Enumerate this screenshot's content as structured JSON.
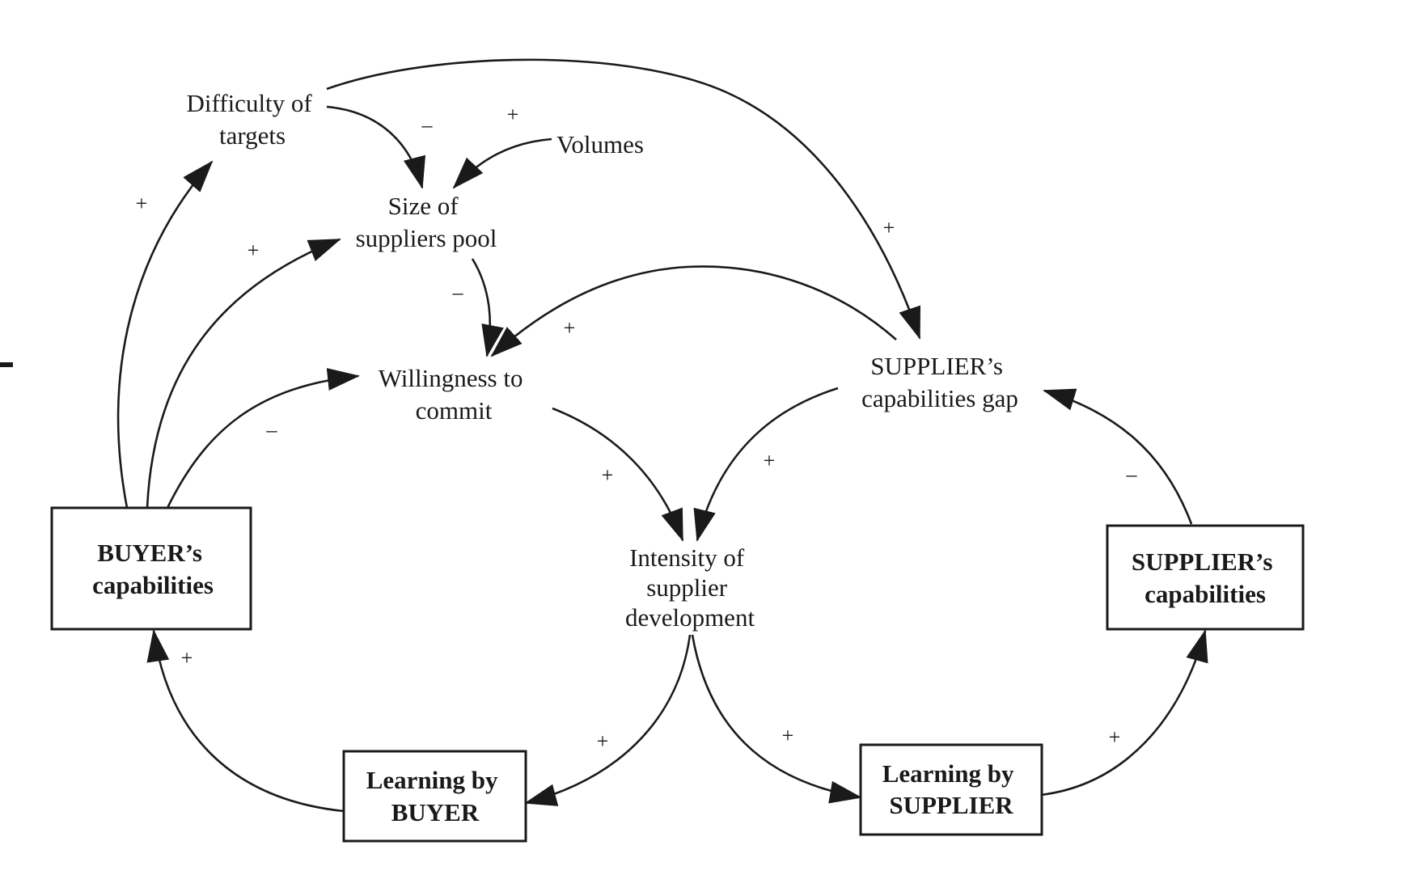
{
  "colors": {
    "ink": "#1a1a1a",
    "background": "#ffffff"
  },
  "nodes": {
    "difficulty_of_targets": {
      "lines": [
        "Difficulty of",
        "targets"
      ]
    },
    "volumes": {
      "lines": [
        "Volumes"
      ]
    },
    "size_of_suppliers_pool": {
      "lines": [
        "Size of",
        "suppliers pool"
      ]
    },
    "willingness_to_commit": {
      "lines": [
        "Willingness to",
        "commit"
      ]
    },
    "suppliers_capabilities_gap": {
      "lines": [
        "SUPPLIER’s",
        "capabilities gap"
      ]
    },
    "intensity_of_supplier_development": {
      "lines": [
        "Intensity of",
        "supplier",
        "development"
      ]
    }
  },
  "boxes": {
    "buyers_capabilities": {
      "lines": [
        "BUYER’s",
        "capabilities"
      ]
    },
    "suppliers_capabilities": {
      "lines": [
        "SUPPLIER’s",
        "capabilities"
      ]
    },
    "learning_by_buyer": {
      "lines": [
        "Learning by",
        "BUYER"
      ]
    },
    "learning_by_supplier": {
      "lines": [
        "Learning by",
        "SUPPLIER"
      ]
    }
  },
  "links": [
    {
      "from": "buyers_capabilities",
      "to": "difficulty_of_targets",
      "polarity": "+"
    },
    {
      "from": "buyers_capabilities",
      "to": "size_of_suppliers_pool",
      "polarity": "+"
    },
    {
      "from": "buyers_capabilities",
      "to": "willingness_to_commit",
      "polarity": "–"
    },
    {
      "from": "difficulty_of_targets",
      "to": "size_of_suppliers_pool",
      "polarity": "–"
    },
    {
      "from": "volumes",
      "to": "size_of_suppliers_pool",
      "polarity": "+"
    },
    {
      "from": "difficulty_of_targets",
      "to": "suppliers_capabilities_gap",
      "polarity": "+"
    },
    {
      "from": "size_of_suppliers_pool",
      "to": "willingness_to_commit",
      "polarity": "–"
    },
    {
      "from": "suppliers_capabilities_gap",
      "to": "willingness_to_commit",
      "polarity": "+"
    },
    {
      "from": "willingness_to_commit",
      "to": "intensity_of_supplier_development",
      "polarity": "+"
    },
    {
      "from": "suppliers_capabilities_gap",
      "to": "intensity_of_supplier_development",
      "polarity": "+"
    },
    {
      "from": "suppliers_capabilities",
      "to": "suppliers_capabilities_gap",
      "polarity": "–"
    },
    {
      "from": "intensity_of_supplier_development",
      "to": "learning_by_buyer",
      "polarity": "+"
    },
    {
      "from": "intensity_of_supplier_development",
      "to": "learning_by_supplier",
      "polarity": "+"
    },
    {
      "from": "learning_by_buyer",
      "to": "buyers_capabilities",
      "polarity": "+"
    },
    {
      "from": "learning_by_supplier",
      "to": "suppliers_capabilities",
      "polarity": "+"
    }
  ]
}
